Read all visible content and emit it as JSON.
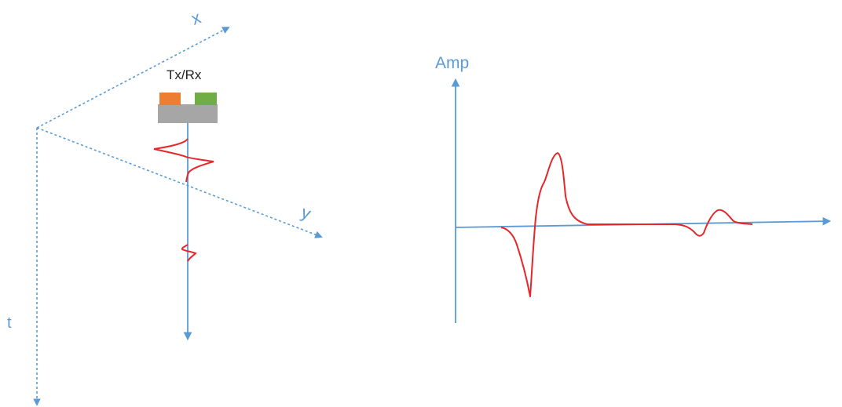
{
  "labels": {
    "x_axis": "x",
    "y_axis": "y",
    "t_axis": "t",
    "antenna": "Tx/Rx",
    "amp_axis": "Amp"
  },
  "colors": {
    "axis_blue": "#5b9bd5",
    "signal_red": "#e8262a",
    "transmitter_orange": "#ed7d31",
    "receiver_green": "#70ad47",
    "antenna_body_gray": "#a6a6a6"
  }
}
